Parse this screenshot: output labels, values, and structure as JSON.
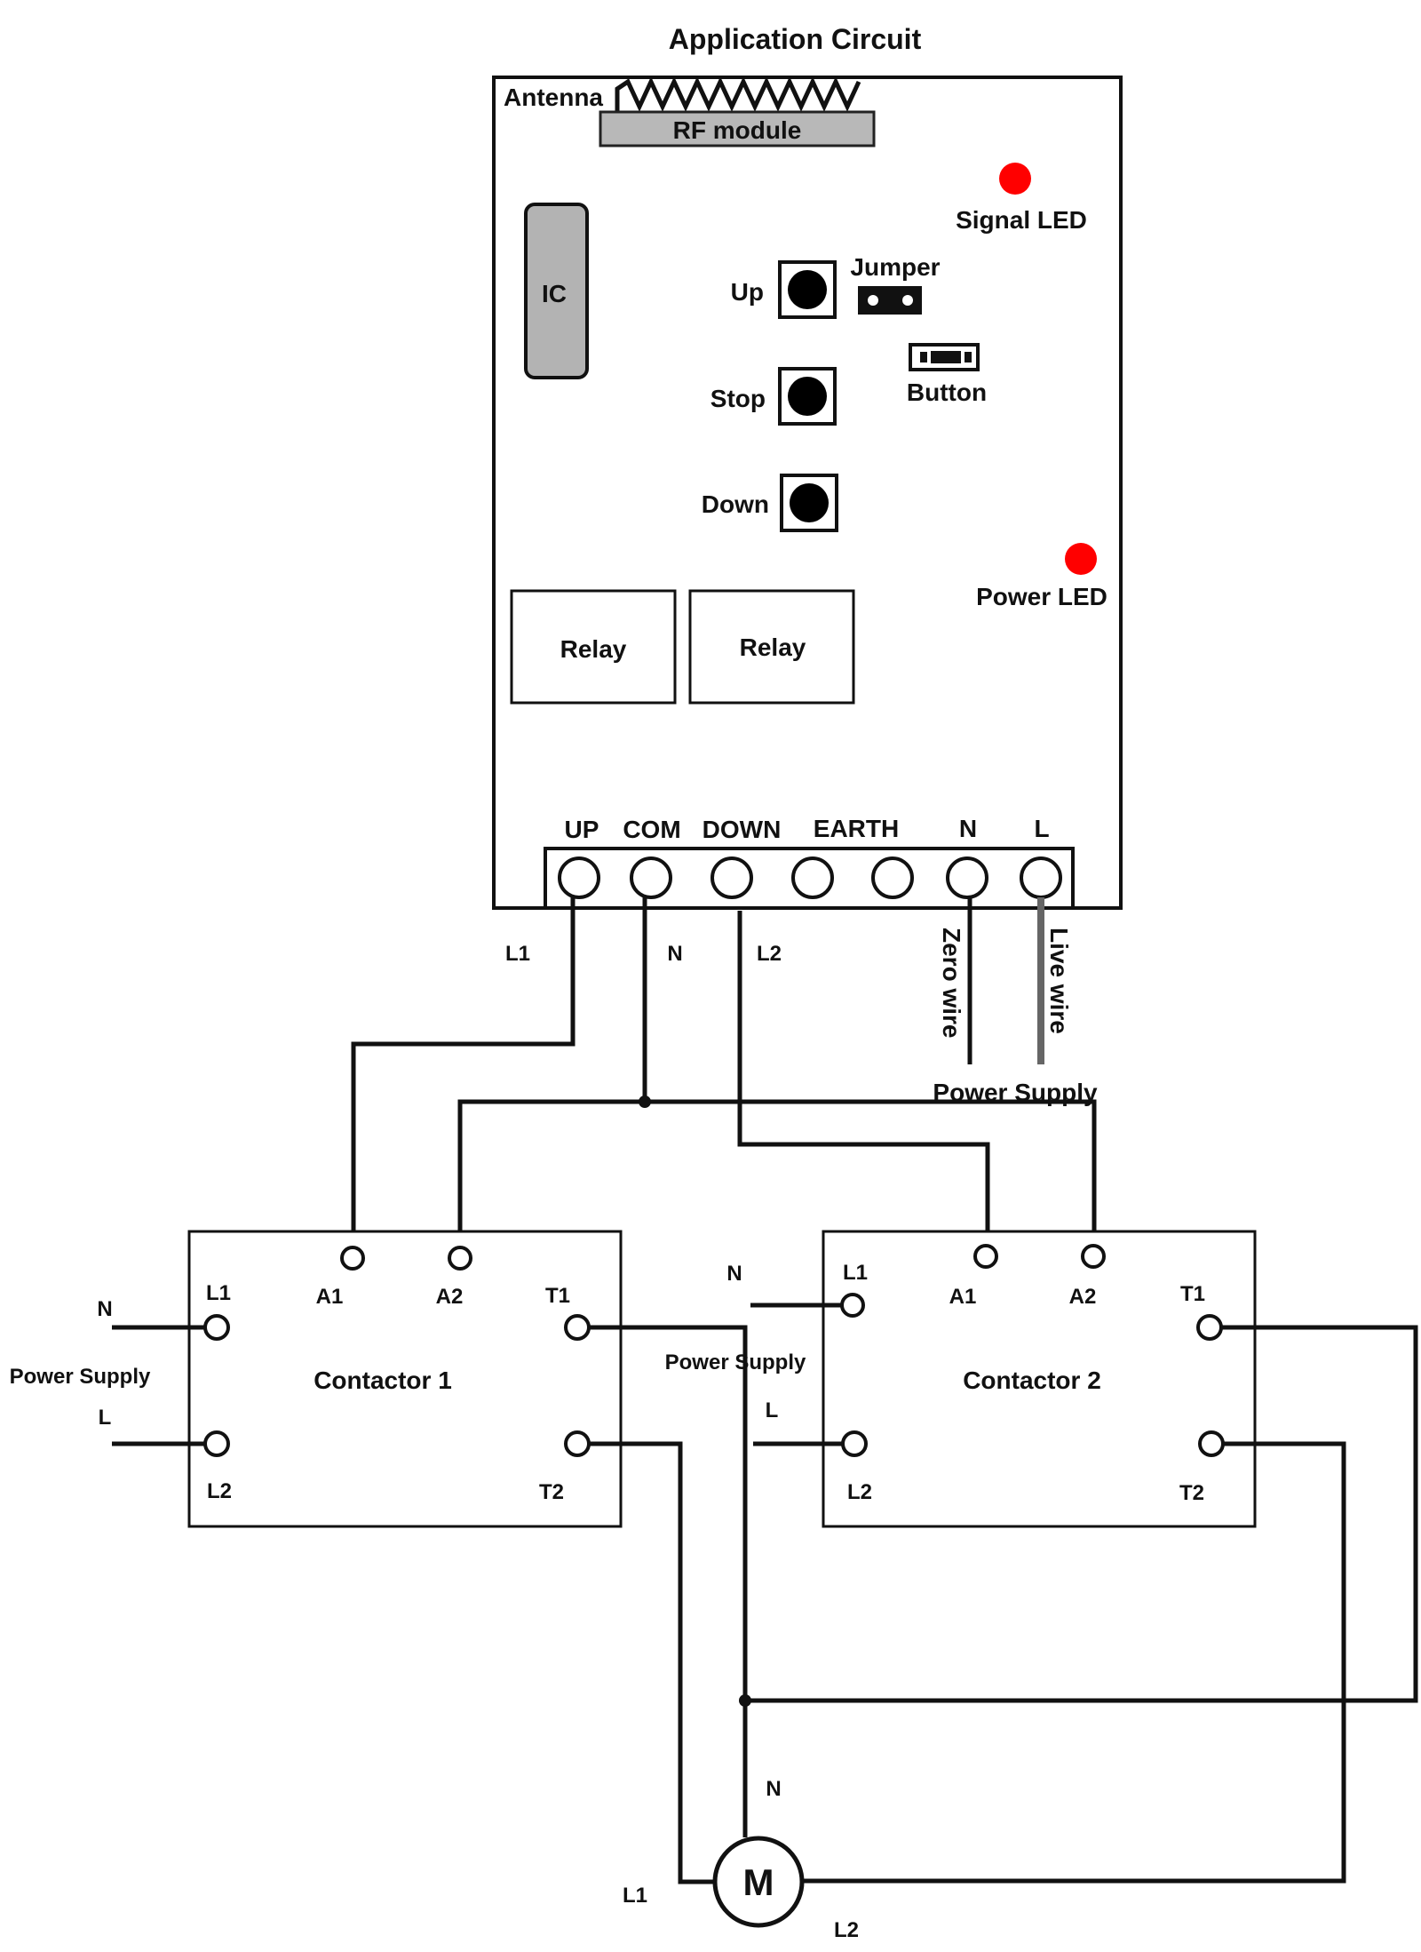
{
  "title": "Application Circuit",
  "board": {
    "antenna_label": "Antenna",
    "rf_module_label": "RF module",
    "ic_label": "IC",
    "signal_led_label": "Signal LED",
    "power_led_label": "Power LED",
    "jumper_label": "Jumper",
    "button_label": "Button",
    "buttons": {
      "up": "Up",
      "stop": "Stop",
      "down": "Down"
    },
    "relays": [
      "Relay",
      "Relay"
    ],
    "terminals": {
      "up": "UP",
      "com": "COM",
      "down": "DOWN",
      "earth": "EARTH",
      "n": "N",
      "l": "L"
    },
    "led_color": "#ff0000"
  },
  "wires": {
    "up_out": "L1",
    "com_out": "N",
    "down_out": "L2",
    "zero_wire": "Zero wire",
    "live_wire": "Live wire",
    "power_supply": "Power Supply"
  },
  "contactor1": {
    "name": "Contactor 1",
    "terminals": {
      "l1": "L1",
      "l2": "L2",
      "a1": "A1",
      "a2": "A2",
      "t1": "T1",
      "t2": "T2"
    },
    "supply_n": "N",
    "supply_l": "L",
    "supply_label": "Power Supply"
  },
  "contactor2": {
    "name": "Contactor 2",
    "terminals": {
      "l1": "L1",
      "l2": "L2",
      "a1": "A1",
      "a2": "A2",
      "t1": "T1",
      "t2": "T2"
    },
    "supply_n": "N",
    "supply_l": "L",
    "supply_label": "Power Supply"
  },
  "motor": {
    "label": "M",
    "n_label": "N",
    "l1_label": "L1",
    "l2_label": "L2"
  }
}
